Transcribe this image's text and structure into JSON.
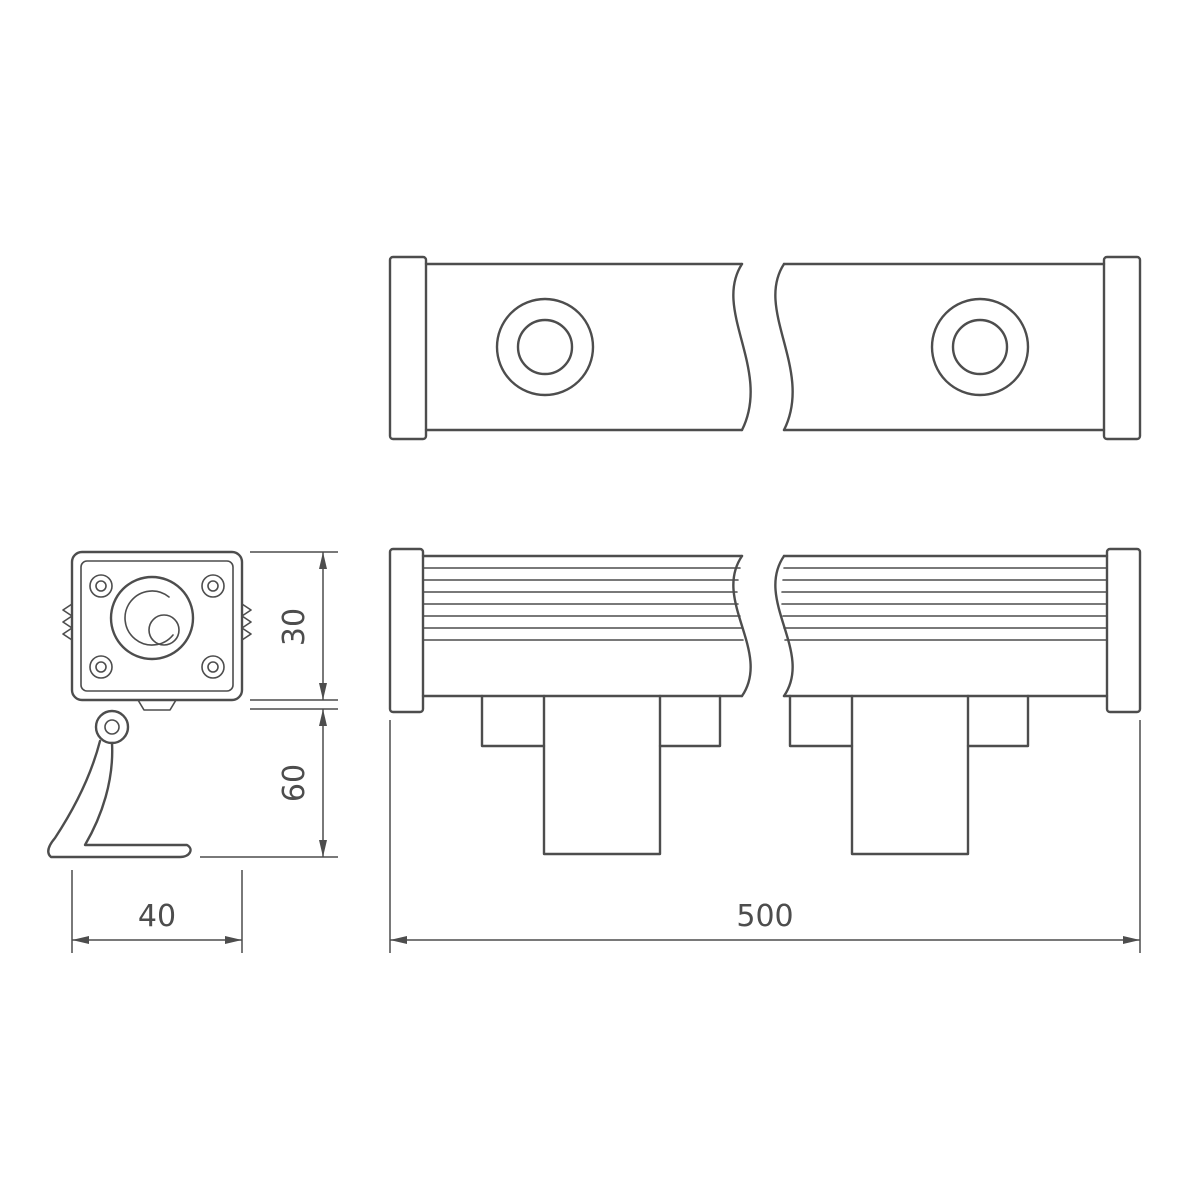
{
  "drawing": {
    "type": "technical-dimension-drawing",
    "subject": "linear-wall-washer-light-fixture",
    "dimensions": {
      "bar_height": "30",
      "bracket_height": "60",
      "side_width": "40",
      "length": "500"
    },
    "colors": {
      "line": "#4d4d4d",
      "background": "#ffffff"
    }
  }
}
